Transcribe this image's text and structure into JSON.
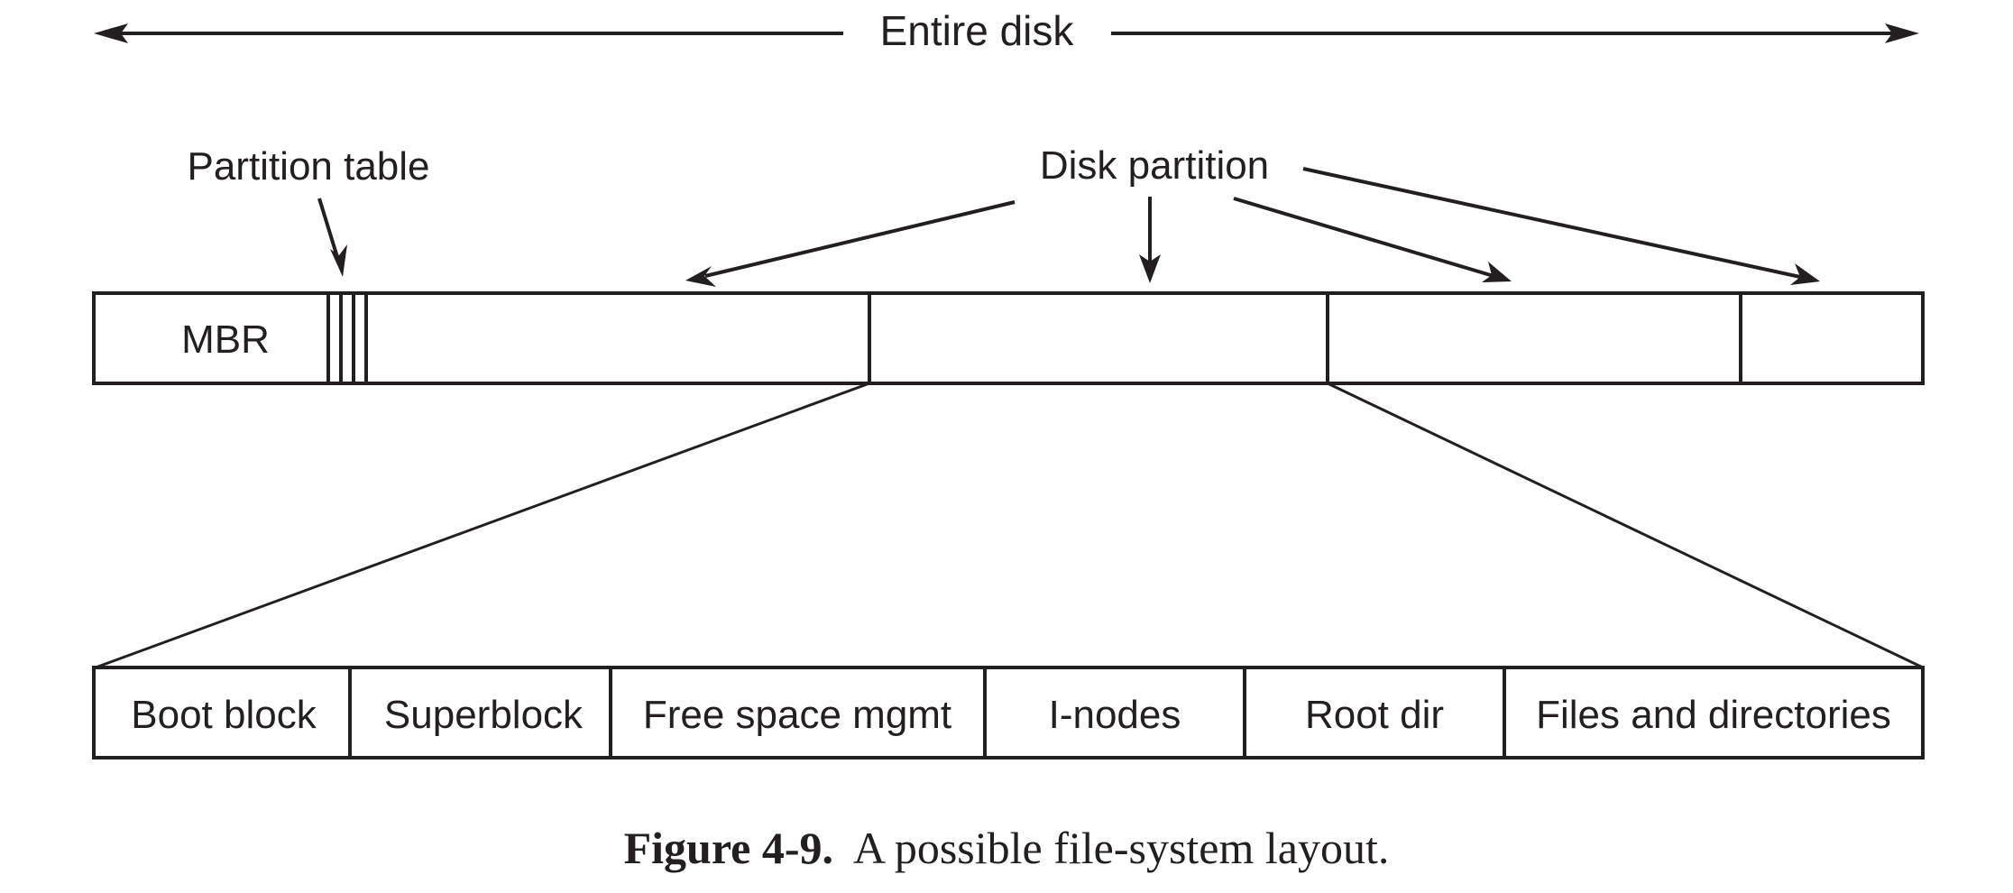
{
  "diagram": {
    "entire_disk_label": "Entire disk",
    "partition_table_label": "Partition table",
    "disk_partition_label": "Disk partition",
    "mbr_label": "MBR",
    "partition_contents": [
      "Boot block",
      "Superblock",
      "Free space mgmt",
      "I-nodes",
      "Root dir",
      "Files and directories"
    ]
  },
  "caption": {
    "figure_number": "Figure 4-9.",
    "text": "A possible file-system layout."
  }
}
